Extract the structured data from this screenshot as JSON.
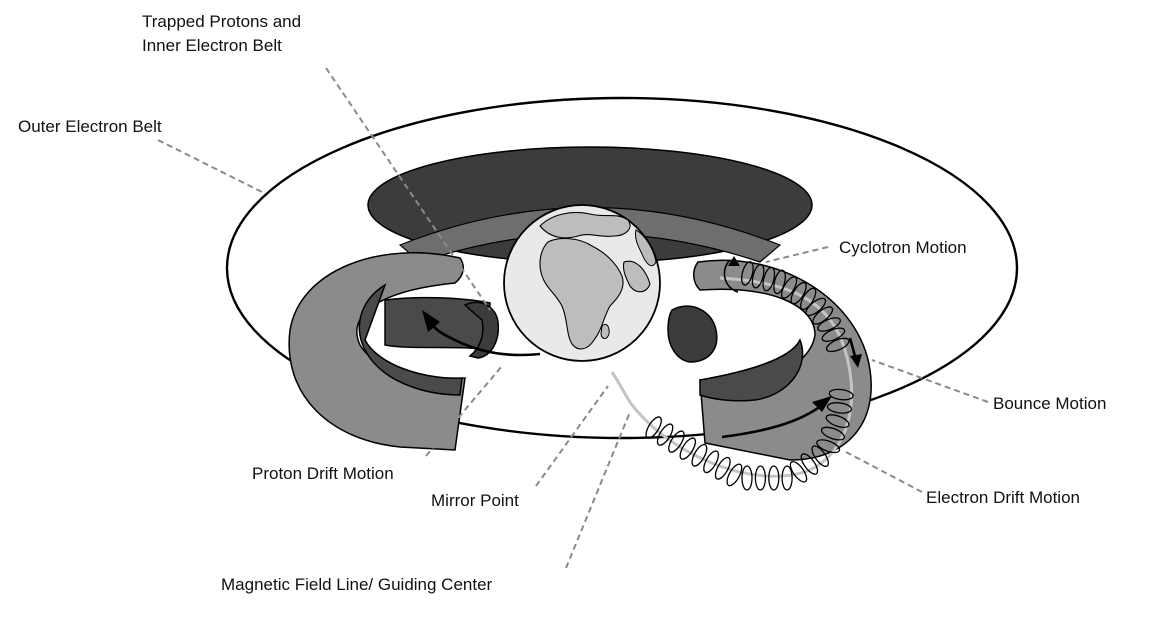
{
  "labels": {
    "trapped_protons": [
      "Trapped Protons and",
      "Inner Electron Belt"
    ],
    "outer_belt": "Outer Electron Belt",
    "cyclotron": "Cyclotron Motion",
    "bounce": "Bounce Motion",
    "proton_drift": "Proton Drift Motion",
    "mirror_point": "Mirror Point",
    "electron_drift": "Electron Drift Motion",
    "field_line": "Magnetic Field Line/ Guiding Center"
  },
  "colors": {
    "inner_belt": "#4a4a4a",
    "outer_belt_section": "#8b8b8b",
    "earth_ocean": "#e9e9e9",
    "earth_land": "#bdbdbd",
    "leader_line": "#8a8a8a",
    "field_line": "#c4c4c4"
  },
  "icons": {
    "earth": "earth-globe-icon"
  }
}
